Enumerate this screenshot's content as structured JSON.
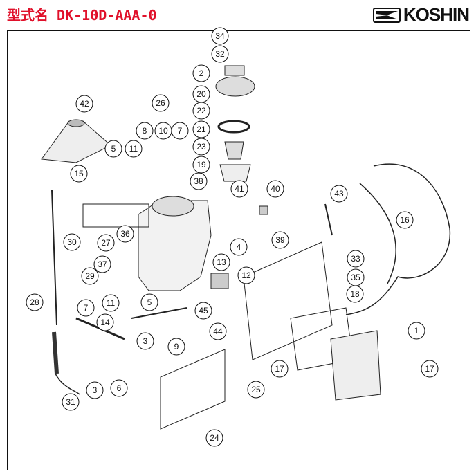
{
  "header": {
    "model_title": "型式名 DK-10D-AAA-0",
    "brand_logo": "KOSHIN"
  },
  "callouts": [
    "34",
    "32",
    "2",
    "20",
    "22",
    "21",
    "23",
    "19",
    "42",
    "26",
    "8",
    "10",
    "7",
    "5",
    "11",
    "15",
    "38",
    "41",
    "40",
    "43",
    "16",
    "36",
    "27",
    "30",
    "39",
    "4",
    "33",
    "13",
    "37",
    "12",
    "35",
    "29",
    "18",
    "11",
    "5",
    "7",
    "45",
    "28",
    "14",
    "44",
    "1",
    "9",
    "3",
    "17",
    "17",
    "6",
    "3",
    "25",
    "31",
    "24"
  ]
}
